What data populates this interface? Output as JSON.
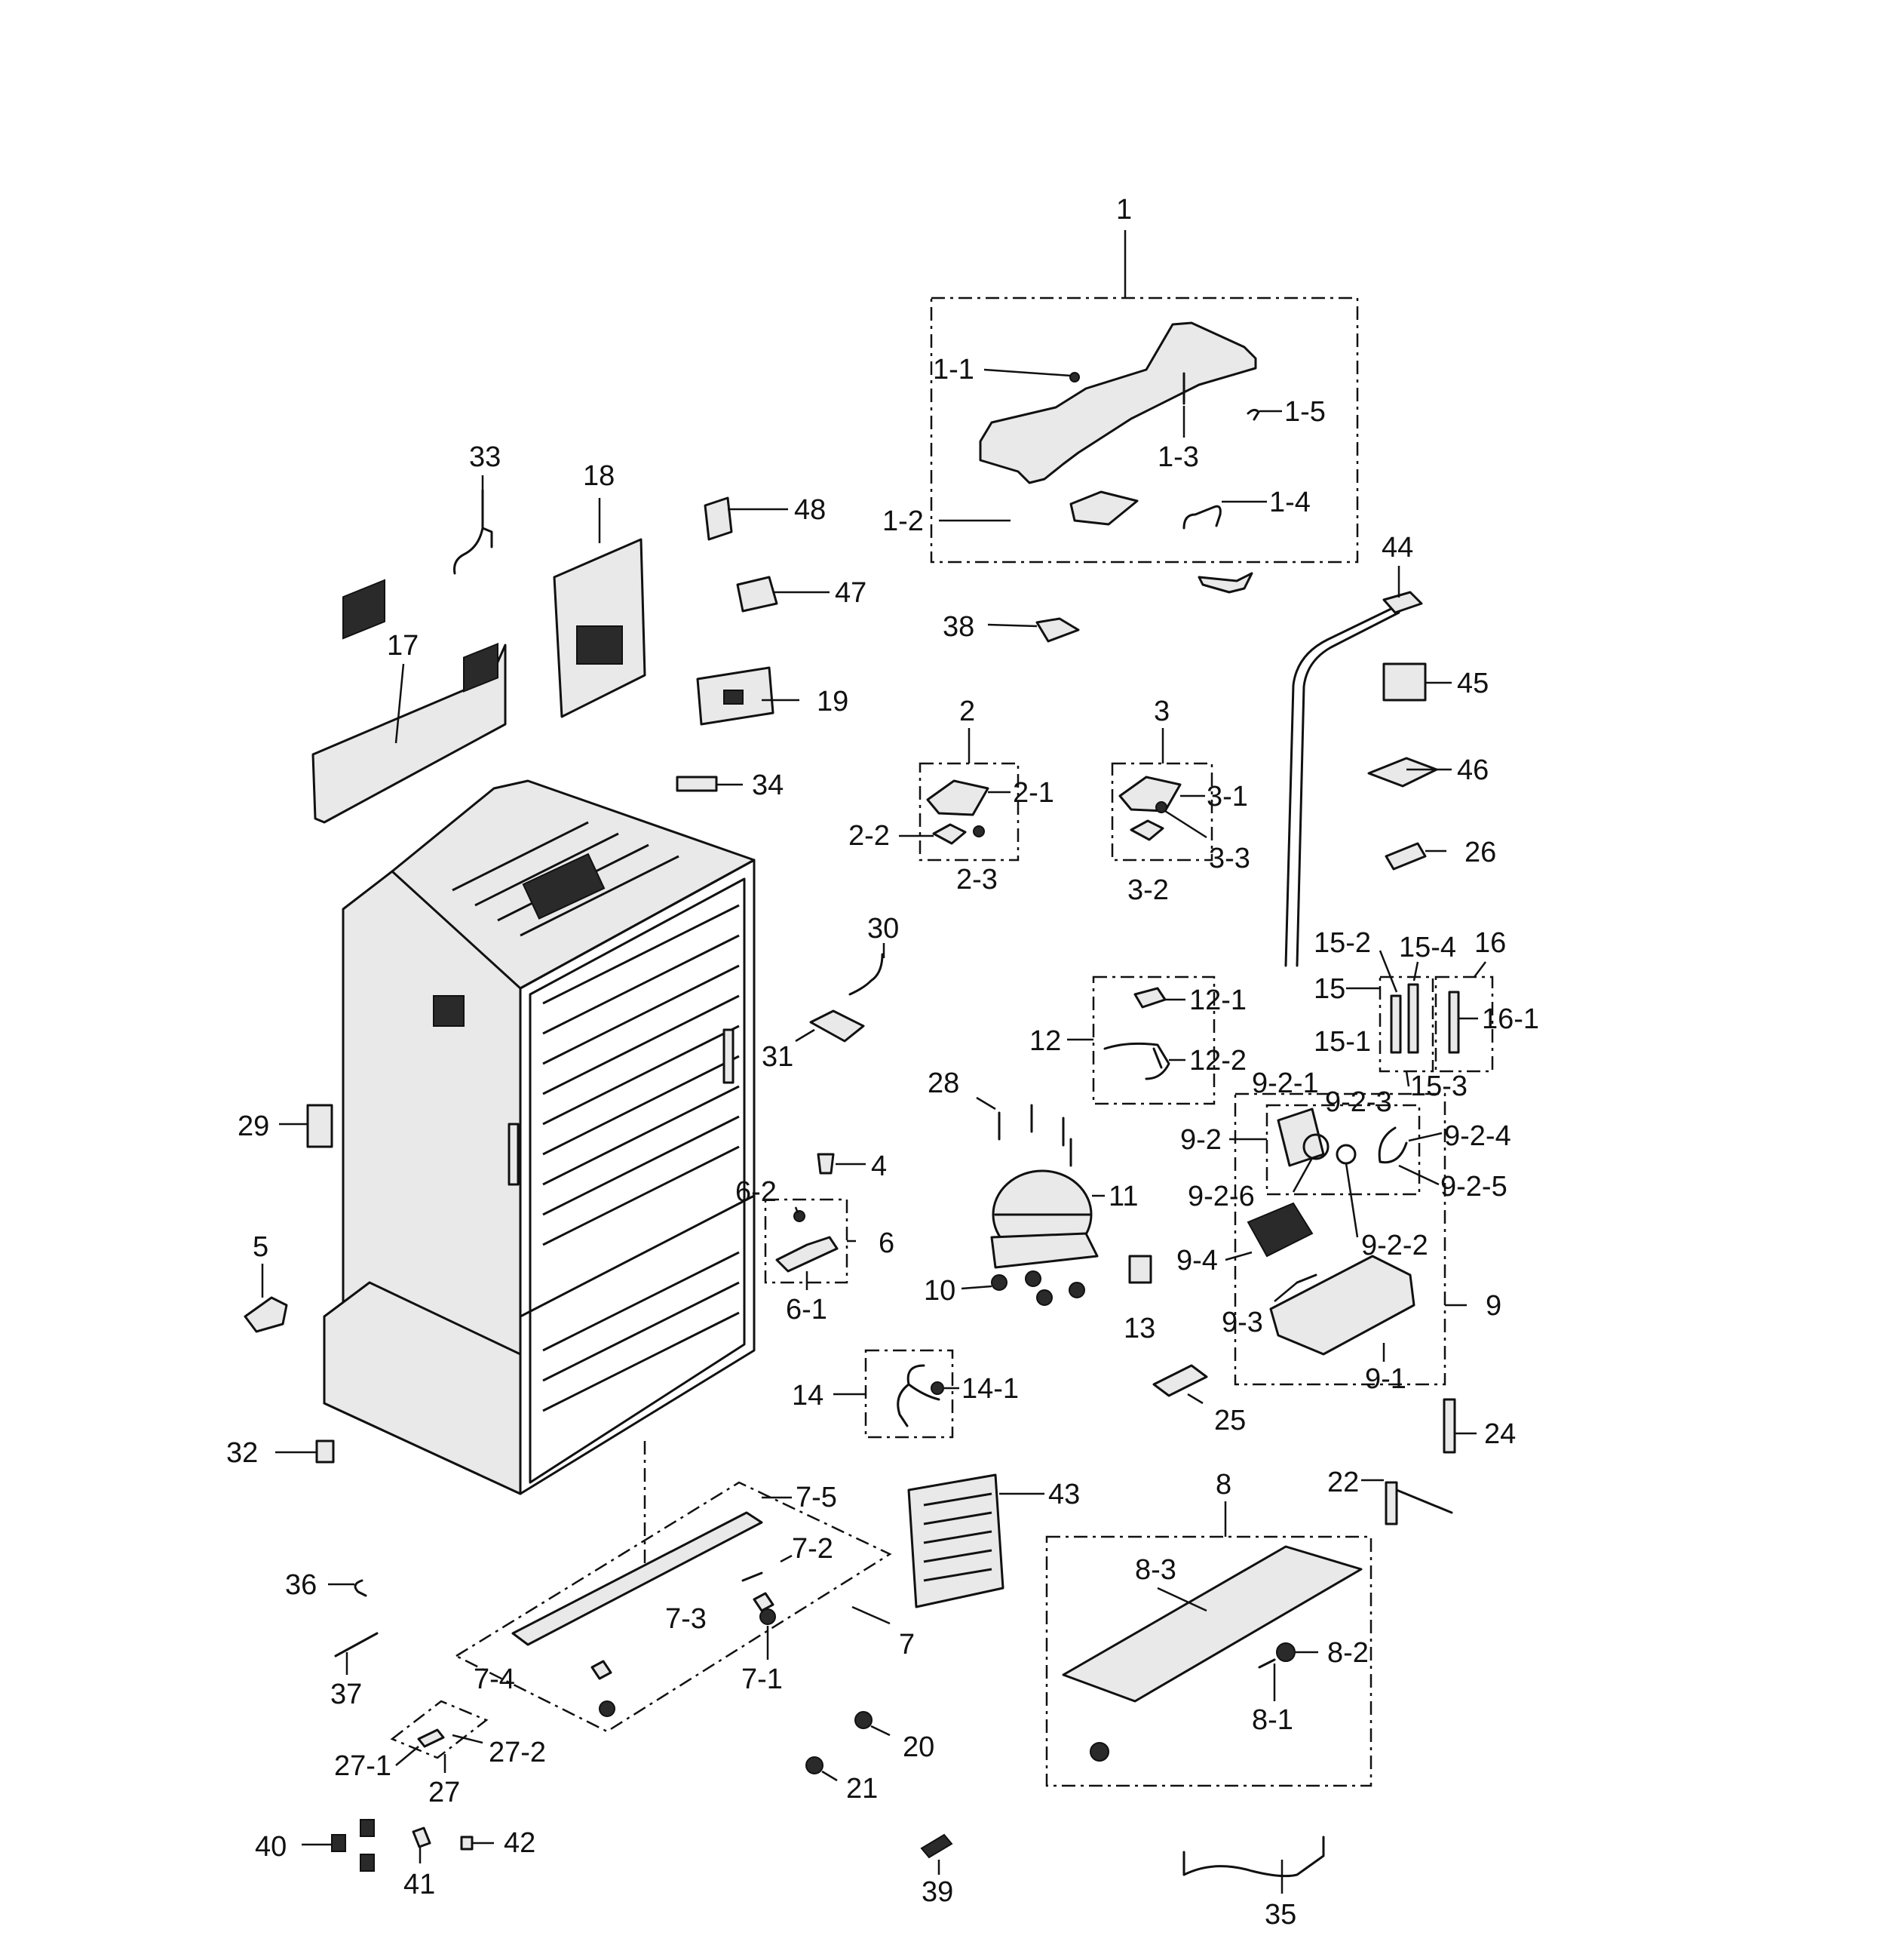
{
  "callouts": [
    {
      "id": "1"
    },
    {
      "id": "1-1"
    },
    {
      "id": "1-2"
    },
    {
      "id": "1-3"
    },
    {
      "id": "1-4"
    },
    {
      "id": "1-5"
    },
    {
      "id": "2"
    },
    {
      "id": "2-1"
    },
    {
      "id": "2-2"
    },
    {
      "id": "2-3"
    },
    {
      "id": "3"
    },
    {
      "id": "3-1"
    },
    {
      "id": "3-2"
    },
    {
      "id": "3-3"
    },
    {
      "id": "4"
    },
    {
      "id": "5"
    },
    {
      "id": "6"
    },
    {
      "id": "6-1"
    },
    {
      "id": "6-2"
    },
    {
      "id": "7"
    },
    {
      "id": "7-1"
    },
    {
      "id": "7-2"
    },
    {
      "id": "7-3"
    },
    {
      "id": "7-4"
    },
    {
      "id": "7-5"
    },
    {
      "id": "8"
    },
    {
      "id": "8-1"
    },
    {
      "id": "8-2"
    },
    {
      "id": "8-3"
    },
    {
      "id": "9"
    },
    {
      "id": "9-1"
    },
    {
      "id": "9-2"
    },
    {
      "id": "9-2-1"
    },
    {
      "id": "9-2-2"
    },
    {
      "id": "9-2-3"
    },
    {
      "id": "9-2-4"
    },
    {
      "id": "9-2-5"
    },
    {
      "id": "9-2-6"
    },
    {
      "id": "9-3"
    },
    {
      "id": "9-4"
    },
    {
      "id": "10"
    },
    {
      "id": "11"
    },
    {
      "id": "12"
    },
    {
      "id": "12-1"
    },
    {
      "id": "12-2"
    },
    {
      "id": "13"
    },
    {
      "id": "14"
    },
    {
      "id": "14-1"
    },
    {
      "id": "15"
    },
    {
      "id": "15-1"
    },
    {
      "id": "15-2"
    },
    {
      "id": "15-3"
    },
    {
      "id": "15-4"
    },
    {
      "id": "16"
    },
    {
      "id": "16-1"
    },
    {
      "id": "17"
    },
    {
      "id": "18"
    },
    {
      "id": "19"
    },
    {
      "id": "20"
    },
    {
      "id": "21"
    },
    {
      "id": "22"
    },
    {
      "id": "24"
    },
    {
      "id": "25"
    },
    {
      "id": "26"
    },
    {
      "id": "27"
    },
    {
      "id": "27-1"
    },
    {
      "id": "27-2"
    },
    {
      "id": "28"
    },
    {
      "id": "29"
    },
    {
      "id": "30"
    },
    {
      "id": "31"
    },
    {
      "id": "32"
    },
    {
      "id": "33"
    },
    {
      "id": "34"
    },
    {
      "id": "35"
    },
    {
      "id": "36"
    },
    {
      "id": "37"
    },
    {
      "id": "38"
    },
    {
      "id": "39"
    },
    {
      "id": "40"
    },
    {
      "id": "41"
    },
    {
      "id": "42"
    },
    {
      "id": "43"
    },
    {
      "id": "44"
    },
    {
      "id": "45"
    },
    {
      "id": "46"
    },
    {
      "id": "47"
    },
    {
      "id": "48"
    }
  ]
}
